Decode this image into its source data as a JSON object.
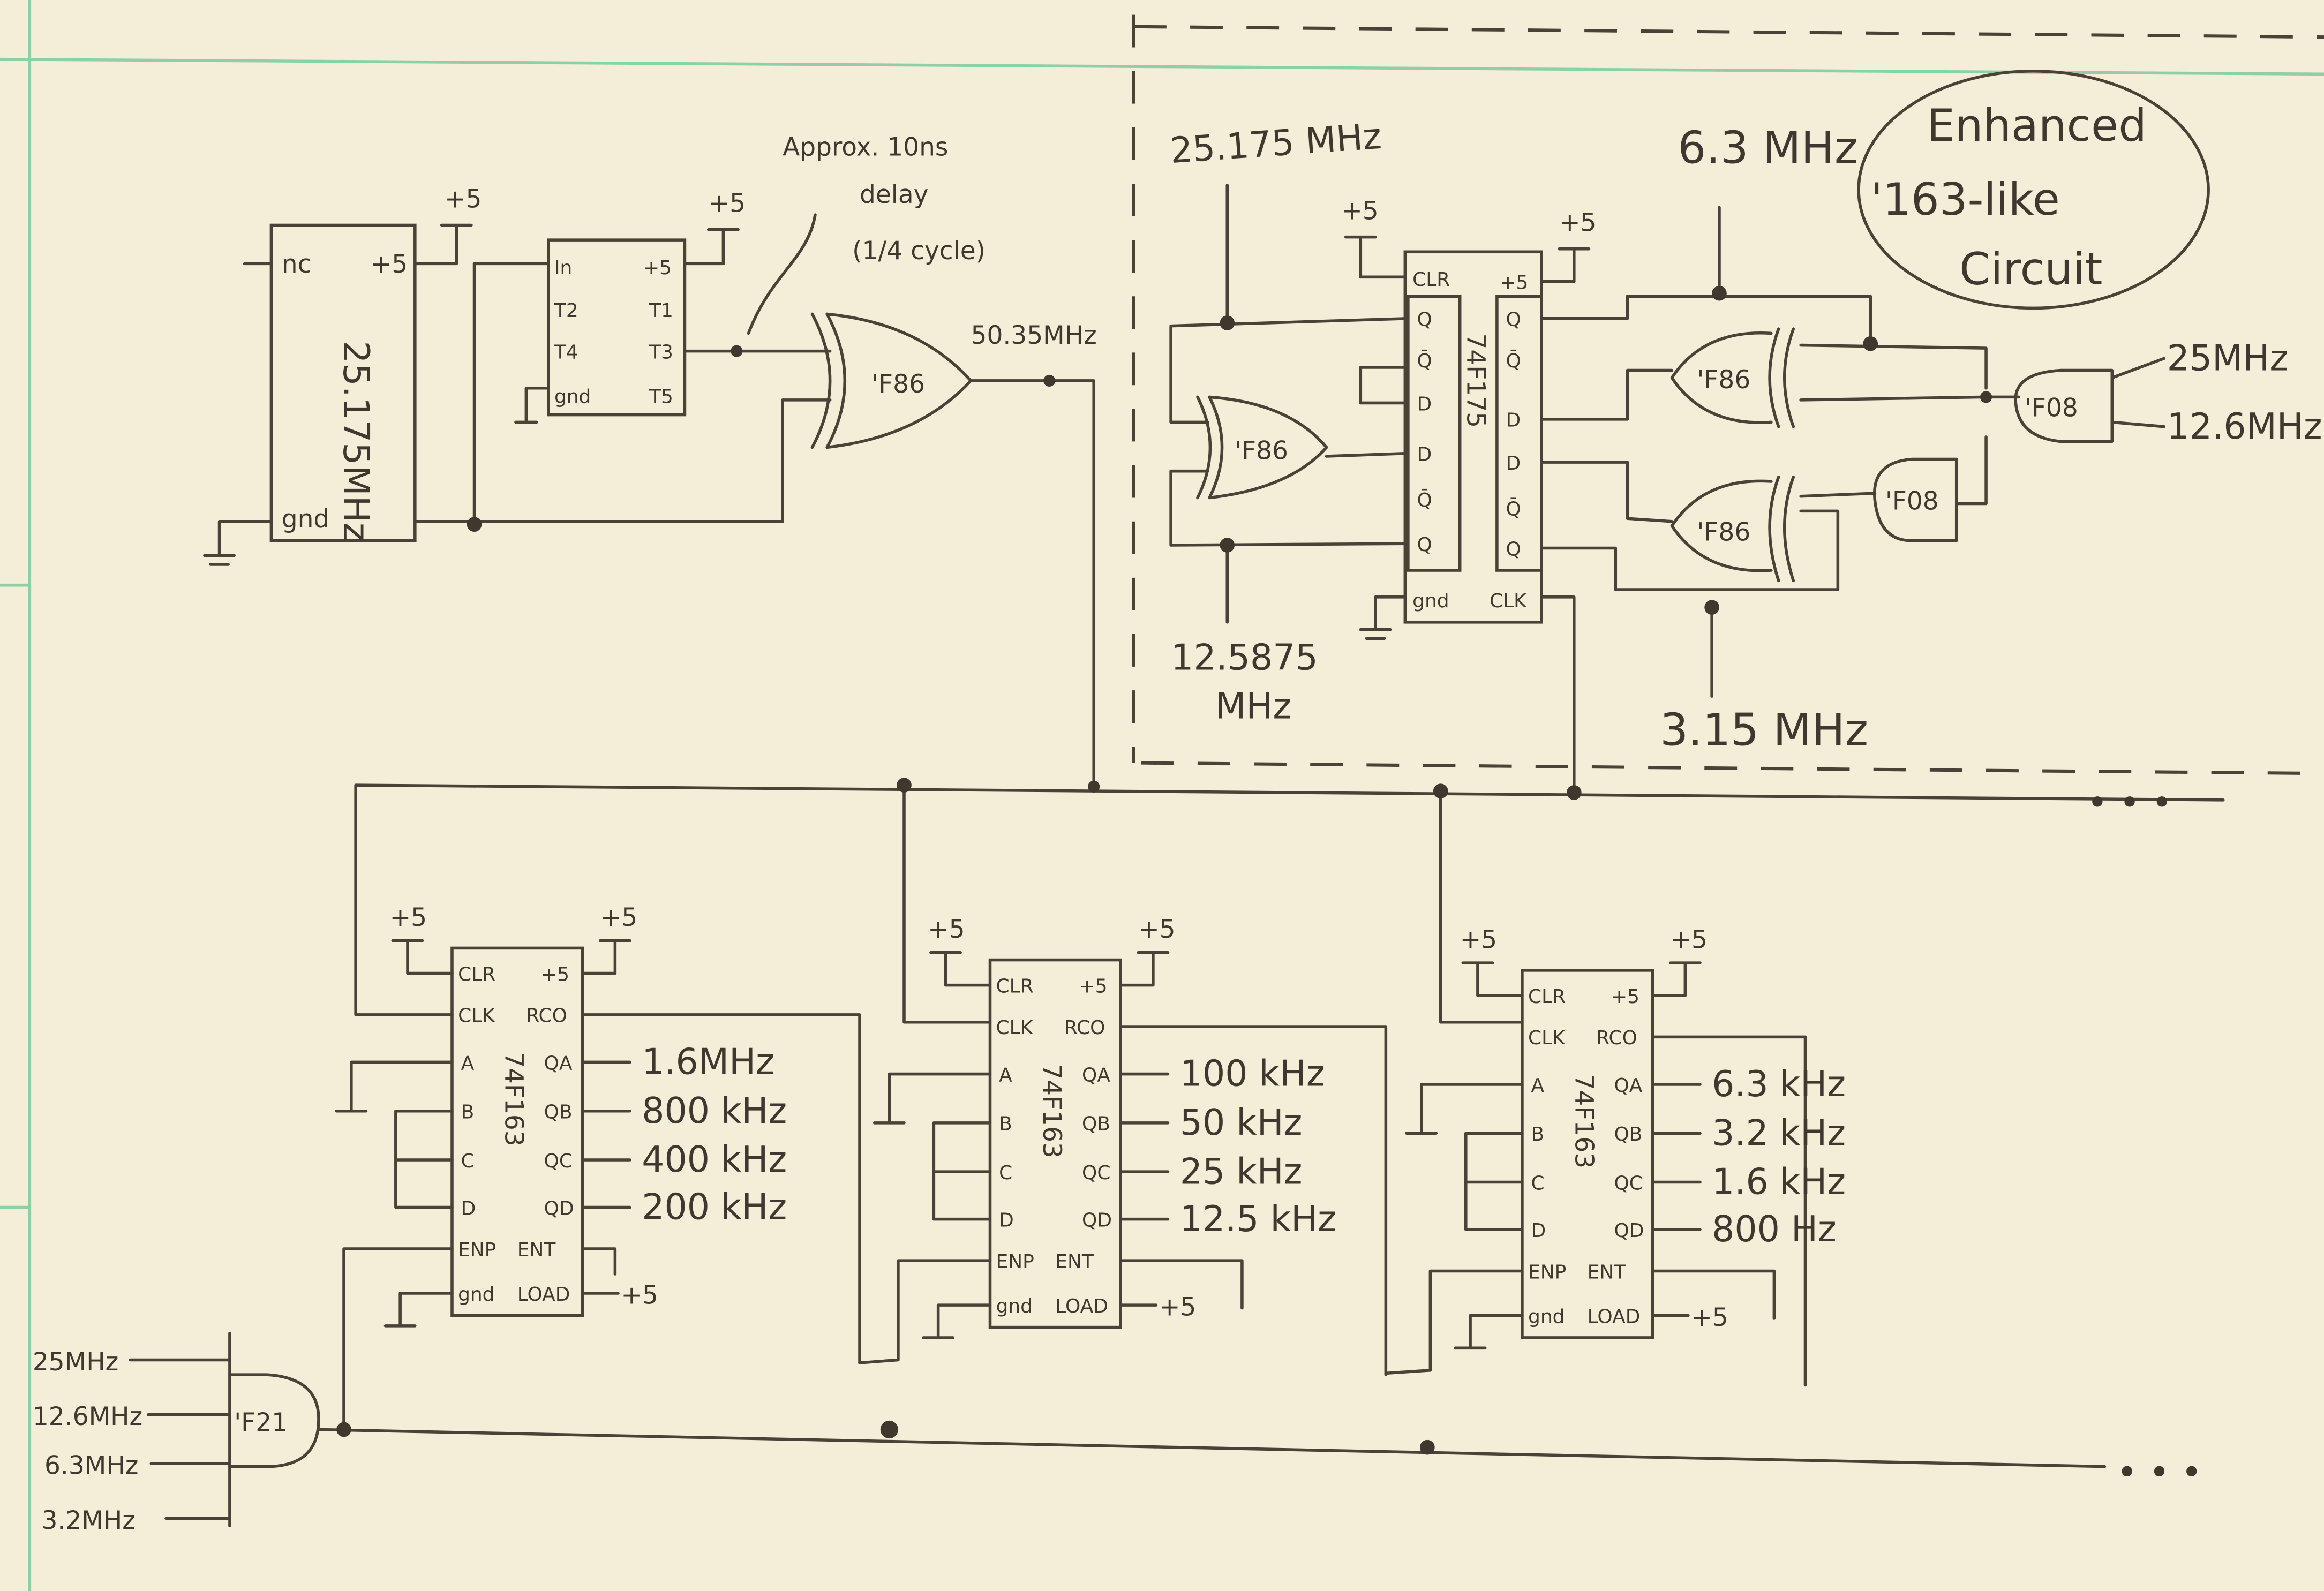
{
  "supply": "+5",
  "oscillator": {
    "part": "25.175MHz",
    "pin_nc": "nc",
    "pin_vcc": "+5",
    "pin_gnd": "gnd"
  },
  "delay_line": {
    "pin_in": "In",
    "pin_vcc": "+5",
    "pin_t2": "T2",
    "pin_t1": "T1",
    "pin_t4": "T4",
    "pin_t3": "T3",
    "pin_gnd": "gnd",
    "pin_t5": "T5"
  },
  "delay_note": {
    "line1": "Approx. 10ns",
    "line2": "delay",
    "line3": "(1/4 cycle)"
  },
  "gates": {
    "xor": "'F86",
    "and": "'F08",
    "and4": "'F21"
  },
  "signals": {
    "doubled": "50.35MHz",
    "base": "25.175 MHz",
    "half": "12.5875",
    "half_unit": "MHz",
    "quarter": "6.3 MHz",
    "eighth": "3.15 MHz",
    "out_25": "25MHz",
    "out_12": "12.6MHz"
  },
  "flipflop": {
    "part": "74F175",
    "clr": "CLR",
    "vcc": "+5",
    "q": "Q",
    "qn": "Q̄",
    "d": "D",
    "gnd": "gnd",
    "clk": "CLK"
  },
  "enhanced_note": {
    "line1": "Enhanced",
    "line2": "'163-like",
    "line3": "Circuit"
  },
  "counter_pins": {
    "clr": "CLR",
    "vcc": "+5",
    "clk": "CLK",
    "rco": "RCO",
    "a": "A",
    "b": "B",
    "c": "C",
    "d": "D",
    "qa": "QA",
    "qb": "QB",
    "qc": "QC",
    "qd": "QD",
    "enp": "ENP",
    "ent": "ENT",
    "gnd": "gnd",
    "load": "LOAD"
  },
  "counters": [
    {
      "part": "74F163",
      "outputs": [
        "1.6MHz",
        "800 kHz",
        "400 kHz",
        "200 kHz"
      ]
    },
    {
      "part": "74F163",
      "outputs": [
        "100 kHz",
        "50 kHz",
        "25 kHz",
        "12.5 kHz"
      ]
    },
    {
      "part": "74F163",
      "outputs": [
        "6.3 kHz",
        "3.2 kHz",
        "1.6 kHz",
        "800 Hz"
      ]
    }
  ],
  "and4_inputs": [
    "25MHz",
    "12.6MHz",
    "6.3MHz",
    "3.2MHz"
  ],
  "continuation": "• • •"
}
